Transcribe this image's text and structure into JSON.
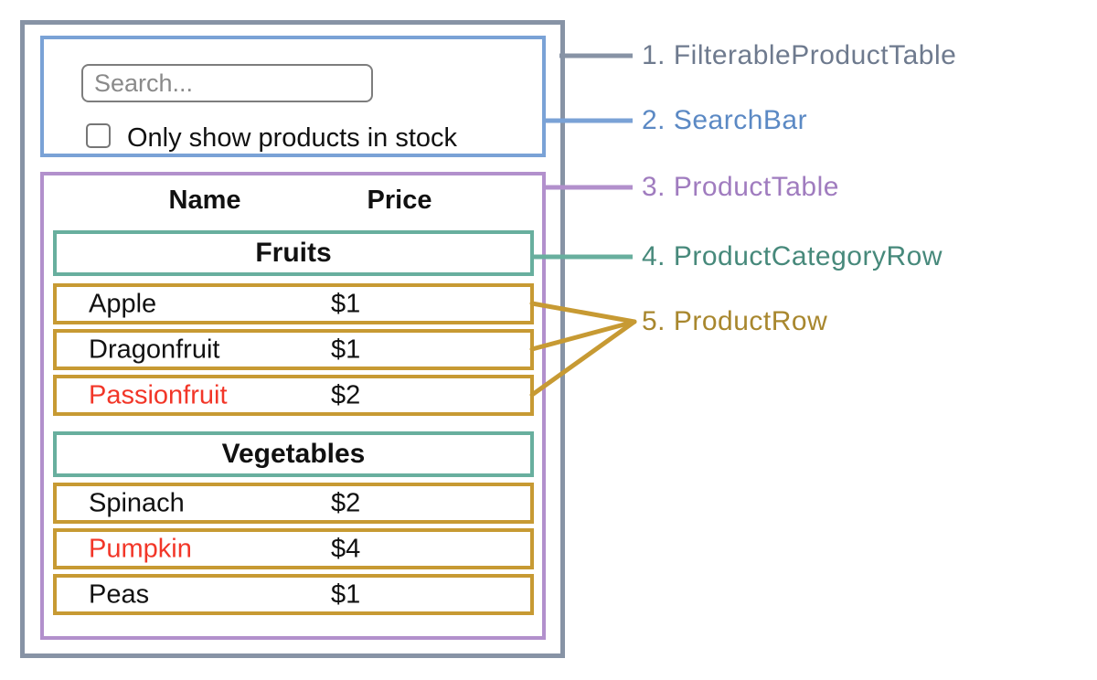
{
  "diagram": {
    "search_bar": {
      "search_placeholder": "Search...",
      "checkbox_label": "Only show products in stock",
      "checkbox_checked": false
    },
    "product_table": {
      "header": {
        "name_label": "Name",
        "price_label": "Price"
      },
      "sections": [
        {
          "category_label": "Fruits",
          "rows": [
            {
              "name": "Apple",
              "price": "$1",
              "name_color": "#111111"
            },
            {
              "name": "Dragonfruit",
              "price": "$1",
              "name_color": "#111111"
            },
            {
              "name": "Passionfruit",
              "price": "$2",
              "name_color": "#f23628"
            }
          ]
        },
        {
          "category_label": "Vegetables",
          "rows": [
            {
              "name": "Spinach",
              "price": "$2",
              "name_color": "#111111"
            },
            {
              "name": "Pumpkin",
              "price": "$4",
              "name_color": "#f23628"
            },
            {
              "name": "Peas",
              "price": "$1",
              "name_color": "#111111"
            }
          ]
        }
      ]
    },
    "annotations": [
      {
        "label": "1. FilterableProductTable",
        "color": "#6e7a8e"
      },
      {
        "label": "2. SearchBar",
        "color": "#5b89c4"
      },
      {
        "label": "3. ProductTable",
        "color": "#a07cbf"
      },
      {
        "label": "4. ProductCategoryRow",
        "color": "#47897b"
      },
      {
        "label": "5. ProductRow",
        "color": "#a8872e"
      }
    ],
    "colors": {
      "slate": "#8793a5",
      "blue": "#7aa2d6",
      "purple": "#b290cc",
      "teal": "#68af9e",
      "gold": "#c79a33",
      "red": "#f23628"
    }
  }
}
